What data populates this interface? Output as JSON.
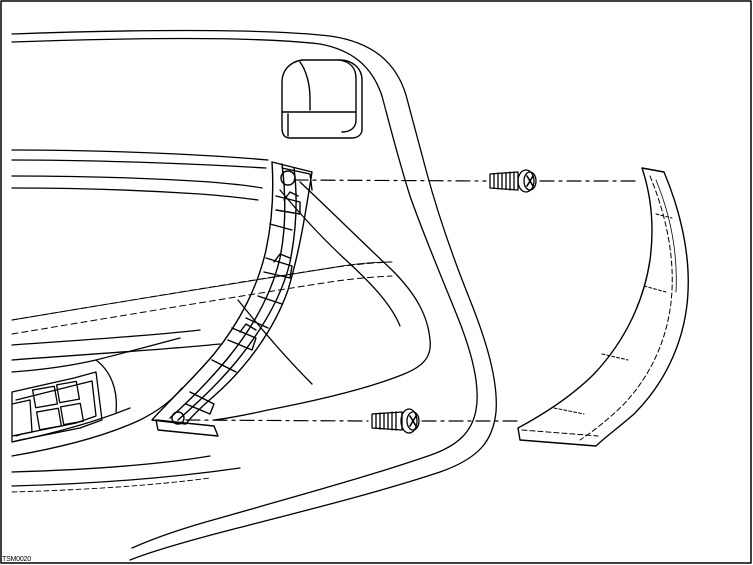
{
  "figure": {
    "reference_code": "TSM0020",
    "line_color": "#000000",
    "background_color": "#ffffff",
    "parts": {
      "door_panel": "door-trim-panel",
      "pull_handle": "door-pull-handle-bezel",
      "trim_strip": "handle-trim-cover",
      "screw_upper": "upper-screw",
      "screw_lower": "lower-screw",
      "window_switch": "window-switch-pack",
      "interior_latch": "interior-door-latch"
    }
  }
}
